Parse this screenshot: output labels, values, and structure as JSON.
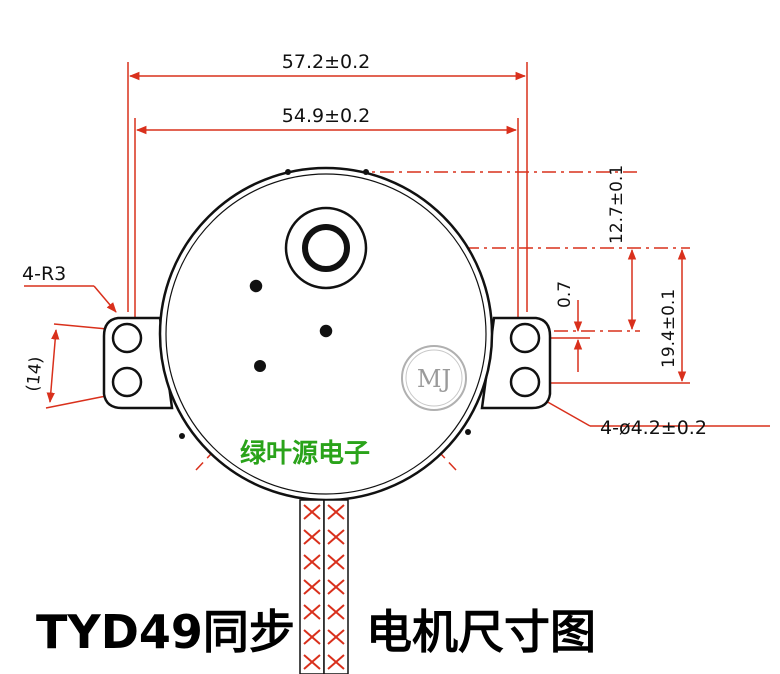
{
  "dimensions": {
    "overall_width": "57.2±0.2",
    "hole_spacing": "54.9±0.2",
    "top_to_shaft": "12.7±0.1",
    "hole_offset": "0.7",
    "total_height": "19.4±0.1",
    "corner_radius": "4-R3",
    "hole_pitch": "(14)",
    "hole_diameter": "4-ø4.2±0.2"
  },
  "watermark": {
    "brand_cn": "绿叶源电子",
    "logo": "MJ"
  },
  "caption": {
    "left": "TYD49同步",
    "right": "电机尺寸图"
  },
  "colors": {
    "dimension_lines": "#d9301c",
    "body_outline": "#111111",
    "watermark_green": "#2aa31a"
  }
}
